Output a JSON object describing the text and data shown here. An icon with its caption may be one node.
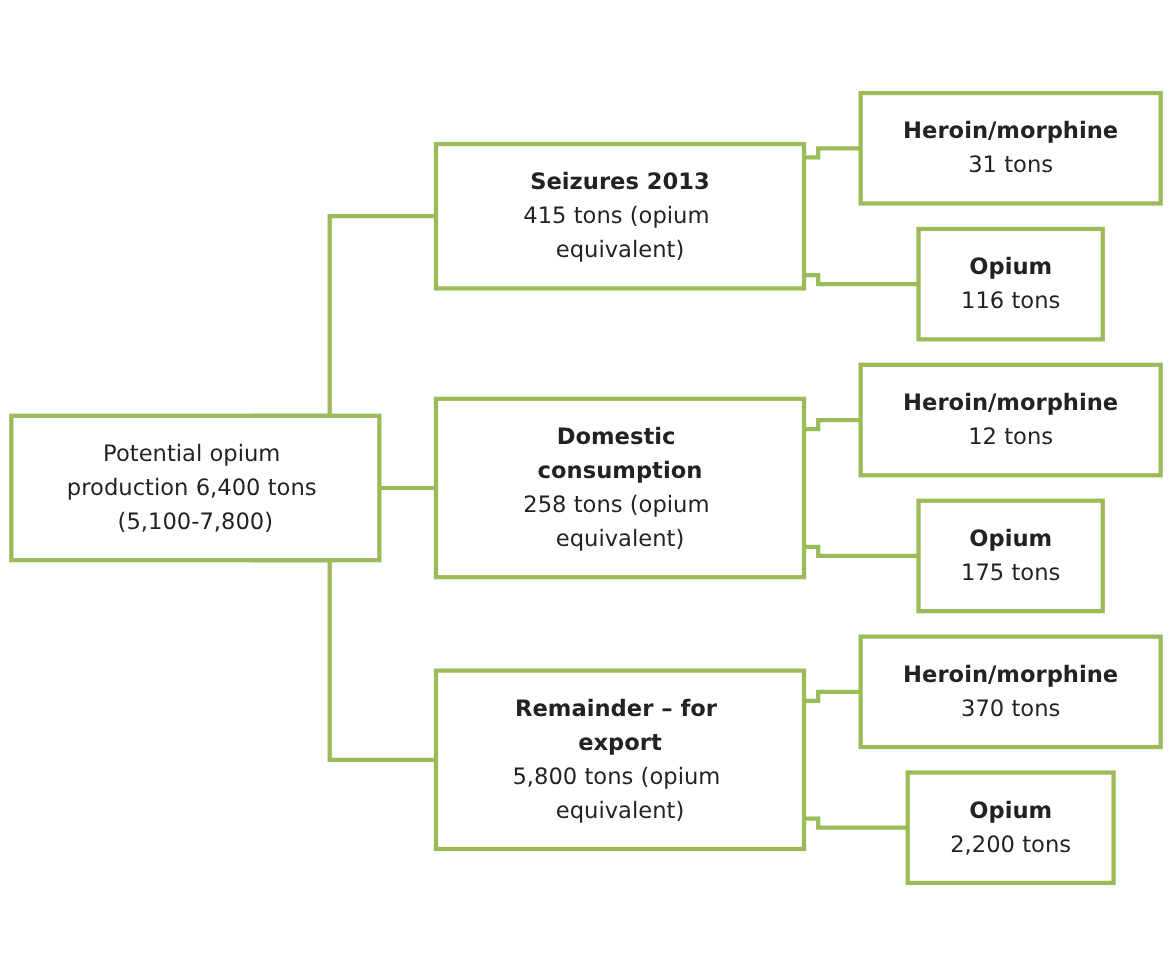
{
  "diagram": {
    "nodes": [
      {
        "text": [
          "Potential opium production 6,400 tons (5,100-7,800)"
        ]
      },
      {
        "text": [
          "Seizures 2013",
          "415 tons (opium equivalent)"
        ]
      },
      {
        "text": [
          "Heroin/morphine",
          "31 tons"
        ]
      },
      {
        "text": [
          "Opium",
          "116 tons"
        ]
      },
      {
        "text": [
          "Domestic consumption",
          "258 tons (opium equivalent)"
        ]
      },
      {
        "text": [
          "Heroin/morphine",
          "12 tons"
        ]
      },
      {
        "text": [
          "Opium",
          "175 tons"
        ]
      },
      {
        "text": [
          "Remainder – for export",
          "5,800 tons (opium equivalent)"
        ]
      },
      {
        "text": [
          "Heroin/morphine",
          "370 tons"
        ]
      },
      {
        "text": [
          "Opium",
          "2,200 tons"
        ]
      }
    ],
    "edges": [
      {
        "from": 0,
        "to": 1,
        "arrow": "none"
      },
      {
        "from": 0,
        "to": 4,
        "arrow": "none"
      },
      {
        "from": 0,
        "to": 7,
        "arrow": "none"
      },
      {
        "from": 1,
        "to": 2,
        "arrow": "none"
      },
      {
        "from": 1,
        "to": 3,
        "arrow": "none"
      },
      {
        "from": 4,
        "to": 5,
        "arrow": "none"
      },
      {
        "from": 4,
        "to": 6,
        "arrow": "none"
      },
      {
        "from": 7,
        "to": 8,
        "arrow": "none"
      },
      {
        "from": 7,
        "to": 9,
        "arrow": "none"
      }
    ]
  }
}
